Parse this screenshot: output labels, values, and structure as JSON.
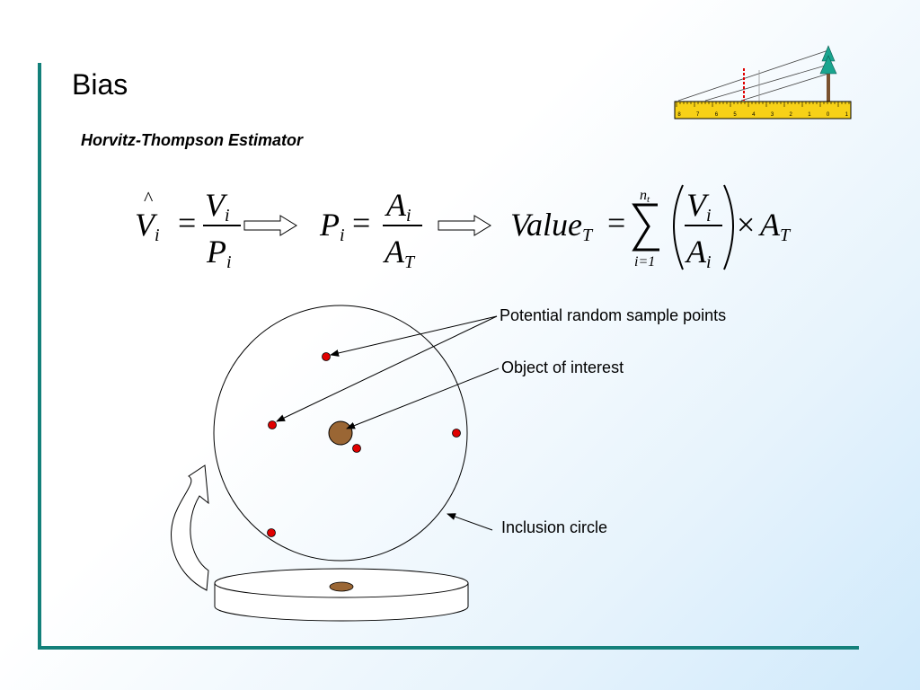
{
  "slide": {
    "title": "Bias",
    "subtitle": "Horvitz-Thompson Estimator"
  },
  "formula": {
    "v": "V",
    "i": "i",
    "p": "P",
    "a": "A",
    "t": "T",
    "value": "Value",
    "equals": "=",
    "times": "×",
    "sum_upper": "n",
    "sum_upper_sub": "t",
    "sum_lower": "i=1",
    "hat": "^"
  },
  "annotations": {
    "sample_points": "Potential random sample points",
    "object_of_interest": "Object of interest",
    "inclusion_circle": "Inclusion circle"
  },
  "ruler": {
    "ticks": [
      "8",
      "7",
      "6",
      "5",
      "4",
      "3",
      "2",
      "1",
      "0",
      "1"
    ]
  },
  "colors": {
    "accent": "#13807a",
    "sample_point": "#e00000",
    "object": "#9a6634",
    "ruler": "#f7d117",
    "tree": "#1aa58f"
  }
}
